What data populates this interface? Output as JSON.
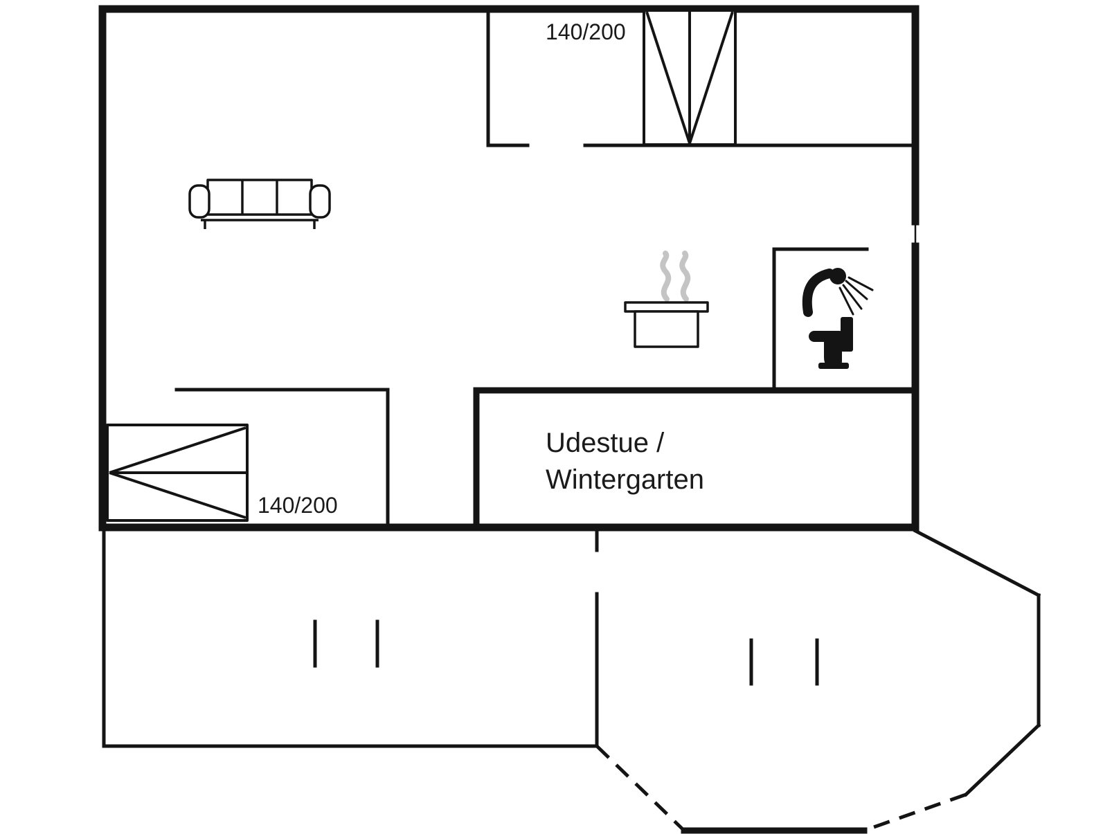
{
  "page": {
    "background": "#ffffff"
  },
  "floorplan": {
    "colors": {
      "wall": "#141414",
      "text": "#1a1a1a",
      "steam": "#c4c4c4",
      "background": "#ffffff"
    },
    "beds": [
      {
        "id": "bed-top-right",
        "label": "140/200"
      },
      {
        "id": "bed-bottom-left",
        "label": "140/200"
      }
    ],
    "room_label": {
      "line1": "Udestue /",
      "line2": "Wintergarten"
    },
    "fixtures": [
      {
        "id": "sofa"
      },
      {
        "id": "cooking-pot"
      },
      {
        "id": "steam"
      },
      {
        "id": "shower"
      },
      {
        "id": "toilet"
      }
    ]
  }
}
